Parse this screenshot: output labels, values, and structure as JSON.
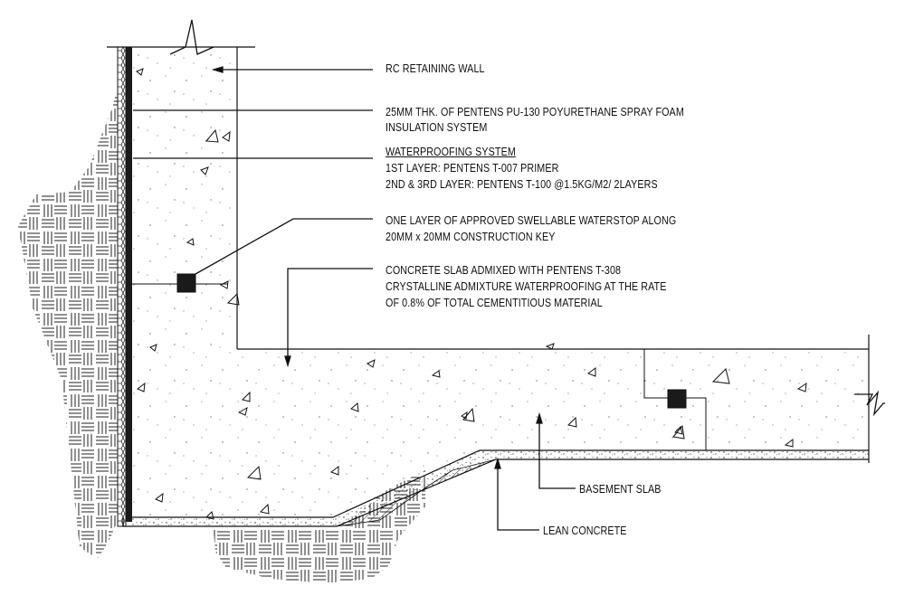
{
  "labels": {
    "rc_wall": "RC RETAINING WALL",
    "insulation_line1": "25MM THK. OF PENTENS PU-130 POYURETHANE SPRAY FOAM",
    "insulation_line2": "INSULATION SYSTEM",
    "waterproofing_title": "WATERPROOFING SYSTEM",
    "waterproofing_line1": "1ST LAYER: PENTENS T-007 PRIMER",
    "waterproofing_line2": "2ND & 3RD LAYER: PENTENS T-100 @1.5KG/M2/ 2LAYERS",
    "waterstop_line1": "ONE LAYER OF APPROVED SWELLABLE WATERSTOP ALONG",
    "waterstop_line2": "20MM x 20MM CONSTRUCTION KEY",
    "slab_line1": "CONCRETE SLAB ADMIXED WITH PENTENS T-308",
    "slab_line2": "CRYSTALLINE ADMIXTURE WATERPROOFING AT THE RATE",
    "slab_line3": "OF 0.8% OF TOTAL CEMENTITIOUS MATERIAL",
    "basement_slab": "BASEMENT SLAB",
    "lean_concrete": "LEAN CONCRETE"
  },
  "colors": {
    "line": "#111111",
    "membrane": "#1a1a1a",
    "background": "#ffffff"
  }
}
